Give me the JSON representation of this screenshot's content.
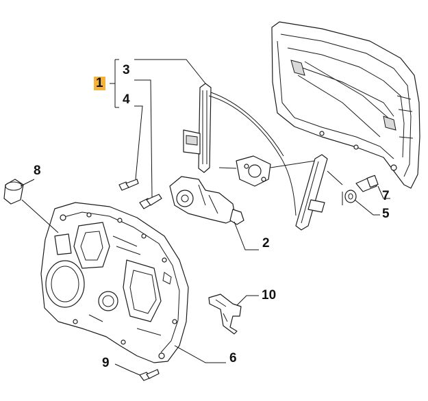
{
  "diagram": {
    "callouts": [
      {
        "id": "1",
        "label": "1"
      },
      {
        "id": "2",
        "label": "2"
      },
      {
        "id": "3",
        "label": "3"
      },
      {
        "id": "4",
        "label": "4"
      },
      {
        "id": "5",
        "label": "5"
      },
      {
        "id": "6",
        "label": "6"
      },
      {
        "id": "7",
        "label": "7"
      },
      {
        "id": "8",
        "label": "8"
      },
      {
        "id": "9",
        "label": "9"
      },
      {
        "id": "10",
        "label": "10"
      }
    ],
    "highlight_color": "#f5b33b"
  }
}
